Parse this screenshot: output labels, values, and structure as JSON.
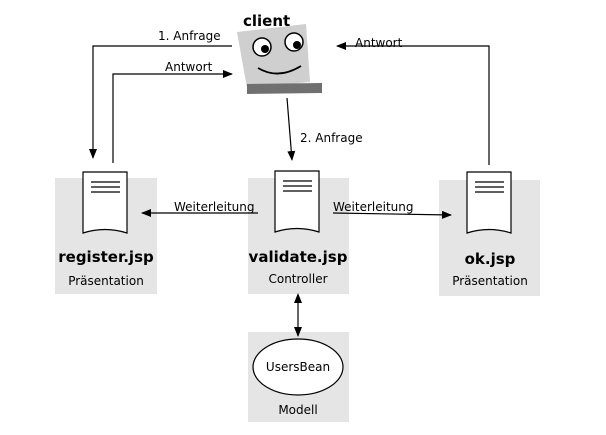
{
  "client": {
    "label": "client"
  },
  "nodes": {
    "register": {
      "title": "register.jsp",
      "role": "Präsentation"
    },
    "validate": {
      "title": "validate.jsp",
      "role": "Controller"
    },
    "ok": {
      "title": "ok.jsp",
      "role": "Präsentation"
    },
    "bean": {
      "title": "UsersBean",
      "role": "Modell"
    }
  },
  "edges": {
    "request1": "1. Anfrage",
    "response_register": "Antwort",
    "request2": "2. Anfrage",
    "response_ok": "Antwort",
    "forward_register": "Weiterleitung",
    "forward_ok": "Weiterleitung"
  },
  "colors": {
    "box_fill": "#e5e5e5",
    "face_fill": "#cfcfcf",
    "face_base": "#707070"
  }
}
